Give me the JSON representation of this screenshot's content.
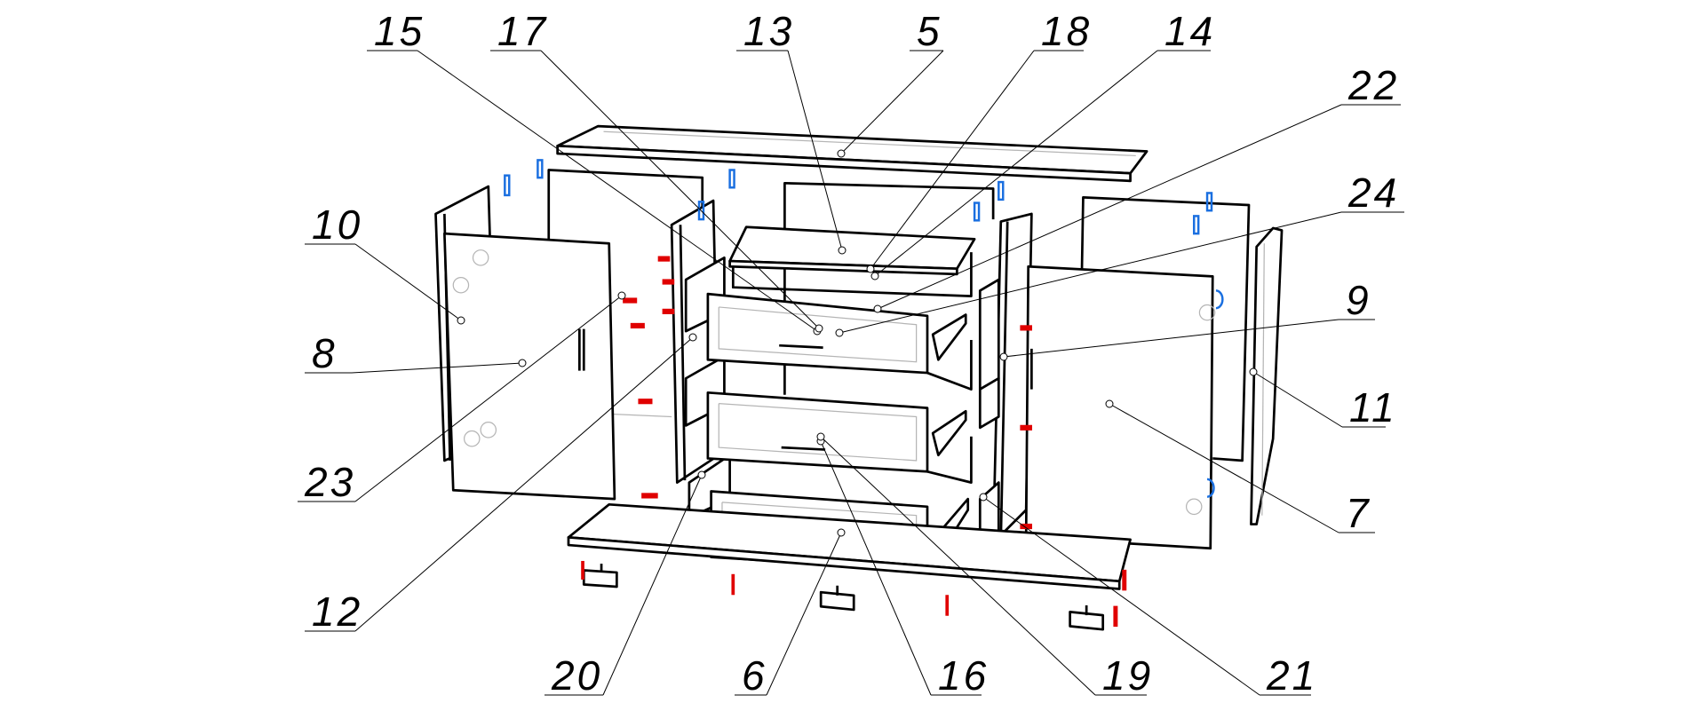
{
  "diagram": {
    "type": "exploded assembly view",
    "accent_colors": {
      "lines": "#000000",
      "hidden_lines": "#b5b5b5",
      "fasteners_red": "#e00000",
      "fasteners_blue": "#1a6fe0"
    }
  },
  "callouts": [
    {
      "label": "15"
    },
    {
      "label": "17"
    },
    {
      "label": "13"
    },
    {
      "label": "5"
    },
    {
      "label": "18"
    },
    {
      "label": "14"
    },
    {
      "label": "22"
    },
    {
      "label": "24"
    },
    {
      "label": "10"
    },
    {
      "label": "9"
    },
    {
      "label": "8"
    },
    {
      "label": "11"
    },
    {
      "label": "23"
    },
    {
      "label": "7"
    },
    {
      "label": "12"
    },
    {
      "label": "20"
    },
    {
      "label": "6"
    },
    {
      "label": "16"
    },
    {
      "label": "19"
    },
    {
      "label": "21"
    }
  ]
}
